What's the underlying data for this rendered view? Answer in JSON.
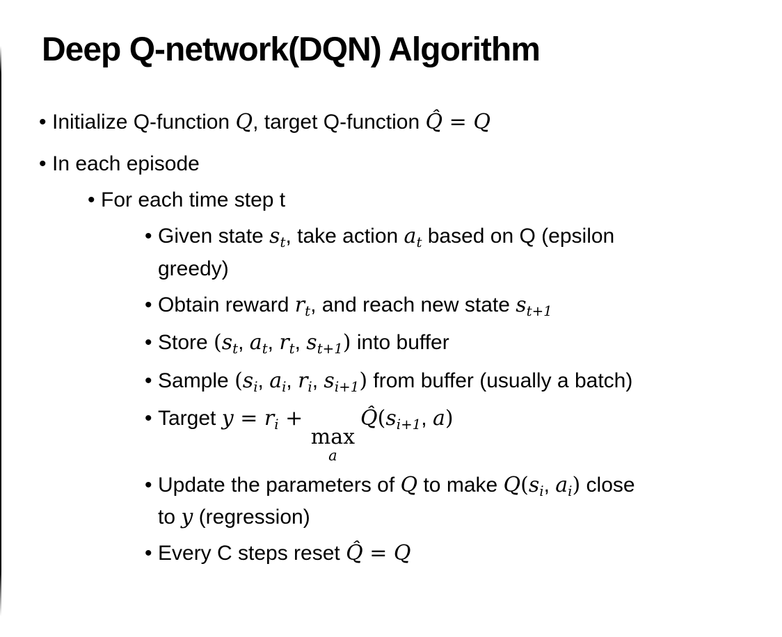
{
  "slide": {
    "title": "Deep Q-network(DQN) Algorithm",
    "bullet_char": "•",
    "background_color": "#ffffff",
    "text_color": "#000000",
    "lines": [
      {
        "name": "initialize-q-functions",
        "level": 1,
        "segs": [
          "Initialize Q-function ",
          "Q",
          ", target Q-function ",
          "Q̂",
          " = ",
          "Q"
        ]
      },
      {
        "name": "in-each-episode",
        "level": 1,
        "segs": [
          "In each episode"
        ]
      },
      {
        "name": "for-each-time-step",
        "level": 2,
        "segs": [
          "For each time step t"
        ]
      },
      {
        "name": "given-state-take-action",
        "level": 3,
        "segs": [
          "Given state ",
          "s",
          "t",
          ", take action ",
          "a",
          "t",
          " based on Q (epsilon"
        ]
      },
      {
        "name": "given-state-take-action-cont",
        "level": 3,
        "segs": [
          "greedy)"
        ]
      },
      {
        "name": "obtain-reward-reach-state",
        "level": 3,
        "segs": [
          "Obtain reward ",
          "r",
          "t",
          ", and reach new state ",
          "s",
          "t+1"
        ]
      },
      {
        "name": "store-into-buffer",
        "level": 3,
        "segs": [
          "Store ",
          "(",
          "s",
          "t",
          ", ",
          "a",
          "t",
          ", ",
          "r",
          "t",
          ", ",
          "s",
          "t+1",
          ")",
          " into buffer"
        ]
      },
      {
        "name": "sample-from-buffer",
        "level": 3,
        "segs": [
          "Sample ",
          "(",
          "s",
          "i",
          ", ",
          "a",
          "i",
          ", ",
          "r",
          "i",
          ", ",
          "s",
          "i+1",
          ")",
          " from buffer (usually a batch)"
        ]
      },
      {
        "name": "target-equation",
        "level": 3,
        "segs": [
          "Target ",
          "y",
          " = ",
          "r",
          "i",
          " + ",
          "max",
          "a",
          "Q̂",
          "(",
          "s",
          "i+1",
          ", ",
          "a",
          ")"
        ]
      },
      {
        "name": "update-parameters",
        "level": 3,
        "segs": [
          "Update the parameters of ",
          "Q",
          " to make ",
          "Q",
          "(",
          "s",
          "i",
          ", ",
          "a",
          "i",
          ")",
          " close"
        ]
      },
      {
        "name": "update-parameters-cont",
        "level": 3,
        "segs": [
          "to ",
          "y",
          " (regression)"
        ]
      },
      {
        "name": "reset-target-network",
        "level": 3,
        "segs": [
          "Every C steps reset ",
          "Q̂",
          " = ",
          "Q"
        ]
      }
    ]
  }
}
